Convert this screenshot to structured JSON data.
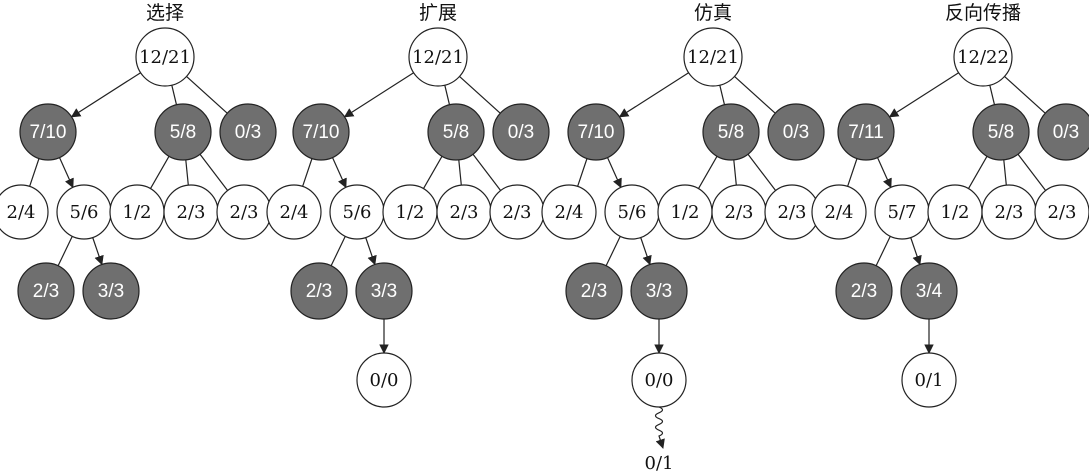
{
  "colors": {
    "explored_node": "#6f6f6f",
    "new_node": "#ffffff",
    "line": "#222222"
  },
  "panels": [
    {
      "title": "选择",
      "root": {
        "label": "12/21"
      },
      "level1": [
        {
          "label": "7/10"
        },
        {
          "label": "5/8"
        },
        {
          "label": "0/3"
        }
      ],
      "level2": [
        {
          "label": "2/4"
        },
        {
          "label": "5/6"
        },
        {
          "label": "1/2"
        },
        {
          "label": "2/3"
        },
        {
          "label": "2/3"
        }
      ],
      "level3": [
        {
          "label": "2/3"
        },
        {
          "label": "3/3"
        }
      ]
    },
    {
      "title": "扩展",
      "root": {
        "label": "12/21"
      },
      "level1": [
        {
          "label": "7/10"
        },
        {
          "label": "5/8"
        },
        {
          "label": "0/3"
        }
      ],
      "level2": [
        {
          "label": "2/4"
        },
        {
          "label": "5/6"
        },
        {
          "label": "1/2"
        },
        {
          "label": "2/3"
        },
        {
          "label": "2/3"
        }
      ],
      "level3": [
        {
          "label": "2/3"
        },
        {
          "label": "3/3"
        }
      ],
      "level4": {
        "label": "0/0"
      }
    },
    {
      "title": "仿真",
      "root": {
        "label": "12/21"
      },
      "level1": [
        {
          "label": "7/10"
        },
        {
          "label": "5/8"
        },
        {
          "label": "0/3"
        }
      ],
      "level2": [
        {
          "label": "2/4"
        },
        {
          "label": "5/6"
        },
        {
          "label": "1/2"
        },
        {
          "label": "2/3"
        },
        {
          "label": "2/3"
        }
      ],
      "level3": [
        {
          "label": "2/3"
        },
        {
          "label": "3/3"
        }
      ],
      "level4": {
        "label": "0/0"
      },
      "rollout_result": "0/1"
    },
    {
      "title": "反向传播",
      "root": {
        "label": "12/22"
      },
      "level1": [
        {
          "label": "7/11"
        },
        {
          "label": "5/8"
        },
        {
          "label": "0/3"
        }
      ],
      "level2": [
        {
          "label": "2/4"
        },
        {
          "label": "5/7"
        },
        {
          "label": "1/2"
        },
        {
          "label": "2/3"
        },
        {
          "label": "2/3"
        }
      ],
      "level3": [
        {
          "label": "2/3"
        },
        {
          "label": "3/4"
        }
      ],
      "level4": {
        "label": "0/1"
      }
    }
  ]
}
